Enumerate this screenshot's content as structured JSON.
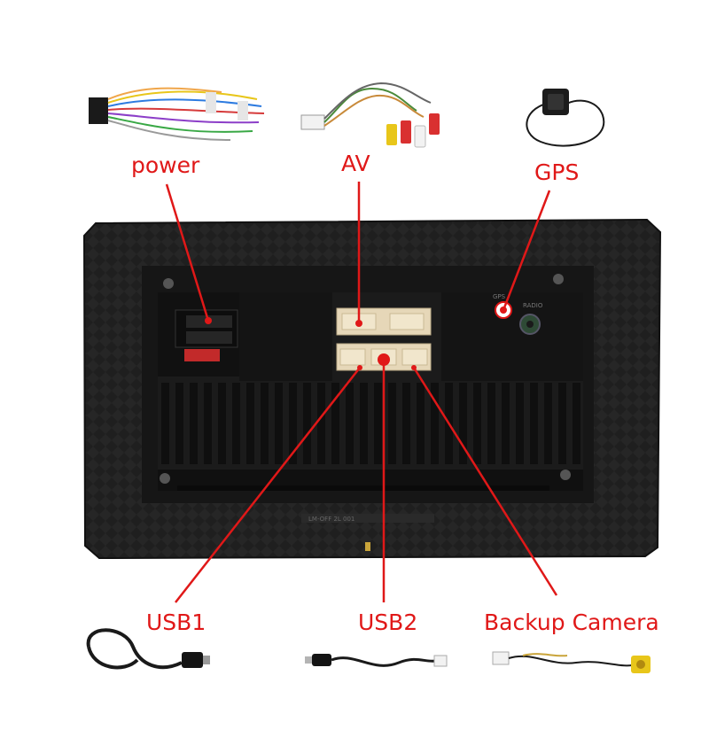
{
  "labels": {
    "power": "power",
    "av": "AV",
    "gps": "GPS",
    "usb1": "USB1",
    "usb2": "USB2",
    "backup_camera": "Backup Camera"
  },
  "unit": {
    "port_label_gps": "GPS",
    "port_label_radio": "RADIO",
    "model_code": "LM-OFF 2L 001"
  },
  "colors": {
    "label_red": "#e01818",
    "unit_body": "#1e1e1e",
    "connector_beige": "#e6d7b8"
  },
  "icons": [
    "power-harness-icon",
    "av-cable-icon",
    "gps-antenna-icon",
    "usb1-cable-icon",
    "usb2-cable-icon",
    "backup-camera-cable-icon"
  ]
}
